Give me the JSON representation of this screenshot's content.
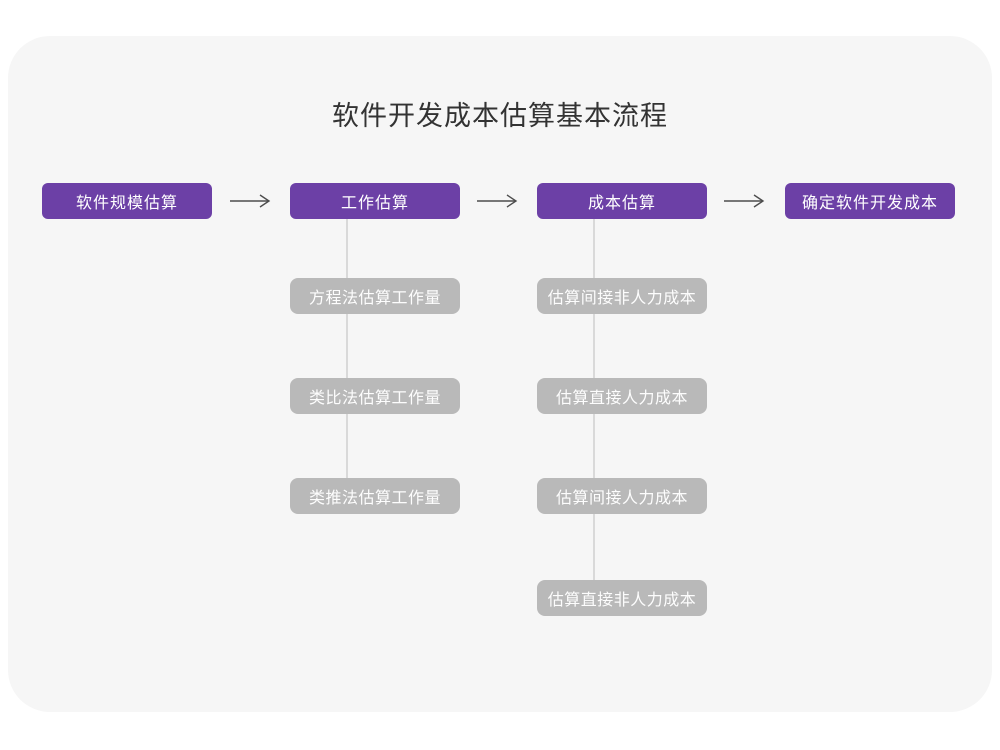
{
  "title": "软件开发成本估算基本流程",
  "colors": {
    "canvas_bg": "#ffffff",
    "card_bg": "#f6f6f6",
    "stage_box_bg": "#6c40a6",
    "stage_box_text": "#ffffff",
    "child_box_bg": "#b9b9b9",
    "child_box_text": "#fdfdfd",
    "arrow_stroke": "#4d4d4d",
    "connector_line": "#d9d9d9",
    "title_text": "#333333"
  },
  "flow": {
    "stages": [
      {
        "label": "软件规模估算"
      },
      {
        "label": "工作估算"
      },
      {
        "label": "成本估算"
      },
      {
        "label": "确定软件开发成本"
      }
    ],
    "work_children": [
      "方程法估算工作量",
      "类比法估算工作量",
      "类推法估算工作量"
    ],
    "cost_children": [
      "估算间接非人力成本",
      "估算直接人力成本",
      "估算间接人力成本",
      "估算直接非人力成本"
    ]
  }
}
